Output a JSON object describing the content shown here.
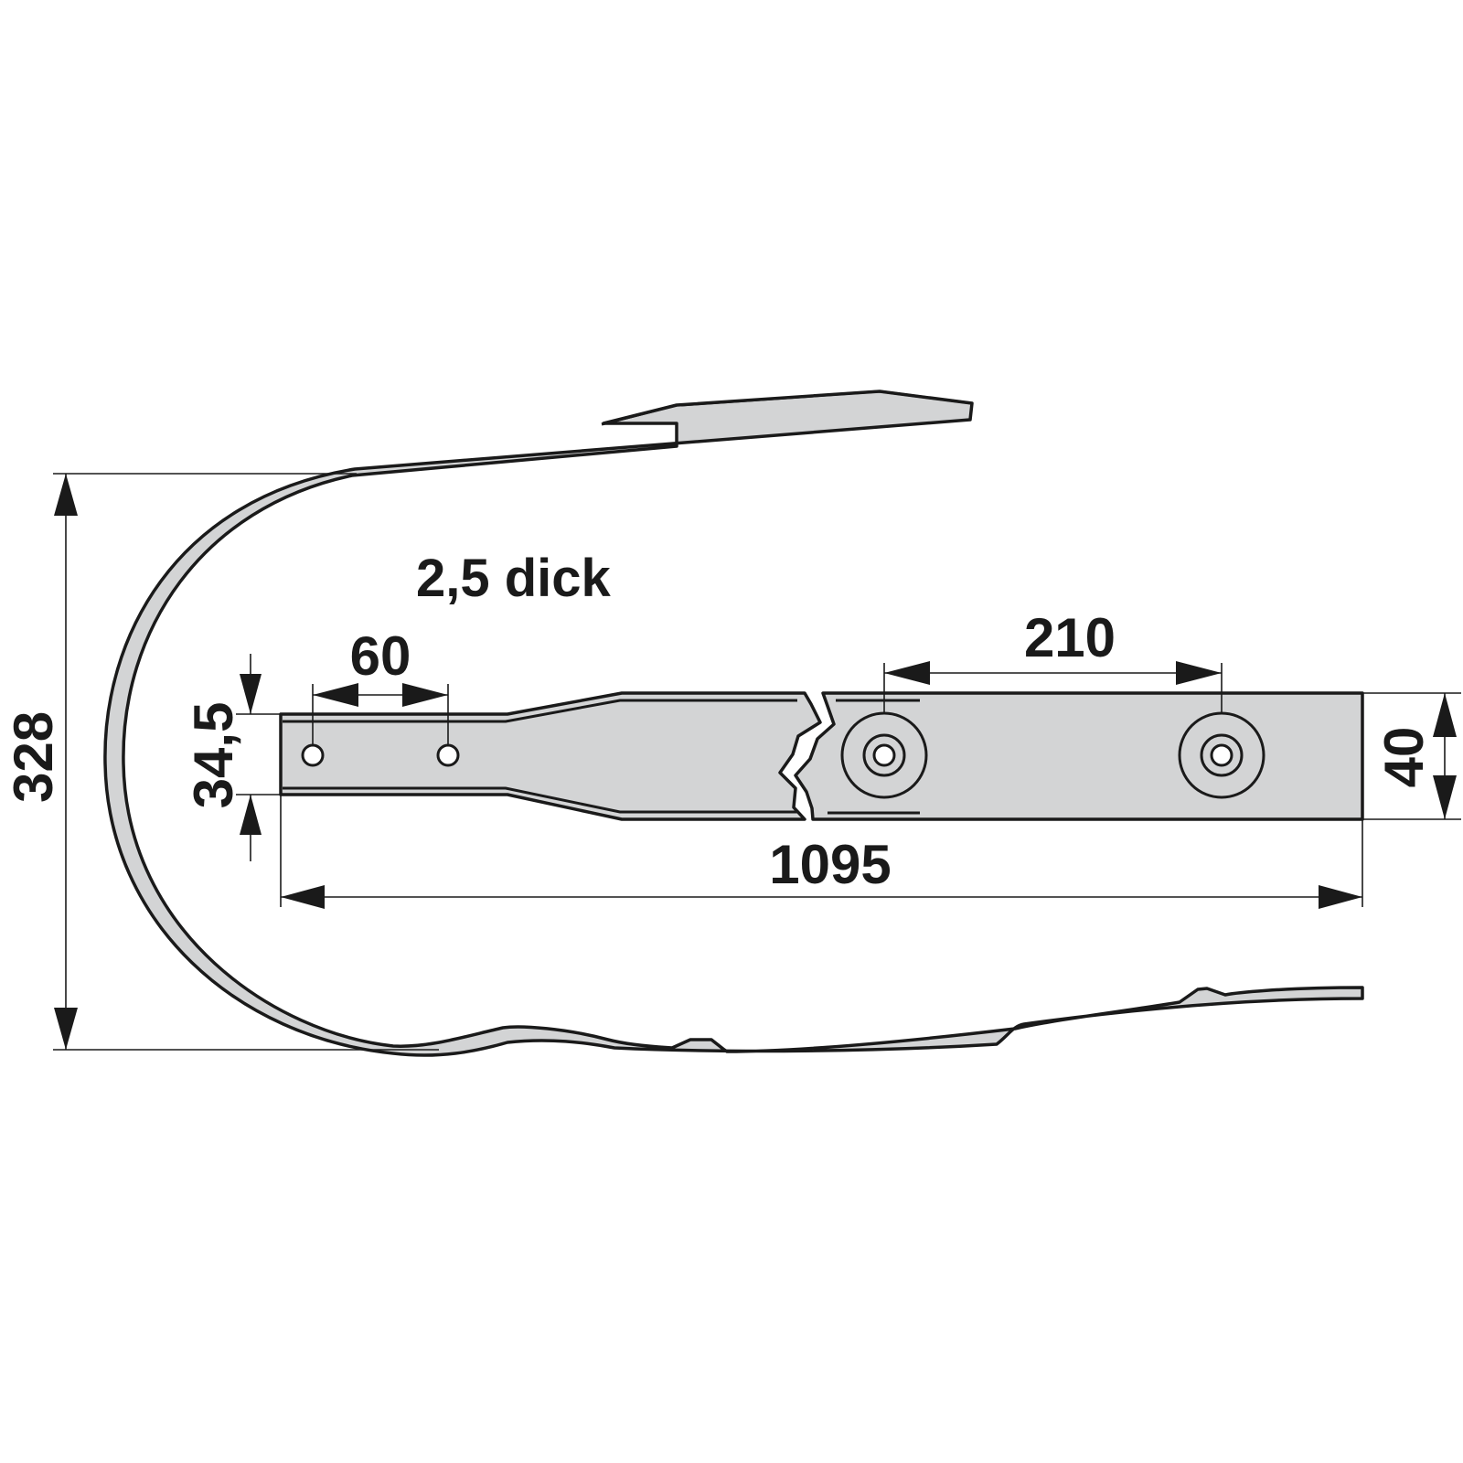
{
  "figure": {
    "kind": "technical drawing",
    "colors": {
      "part_fill": "#d3d4d5",
      "line": "#1a1a1a",
      "background": "#ffffff"
    }
  },
  "annotations": {
    "thickness": "2,5 dick"
  },
  "dimensions": {
    "overall_height": "328",
    "hole_spacing_small": "60",
    "narrow_width": "34,5",
    "hole_spacing_large": "210",
    "overall_length": "1095",
    "wide_width": "40"
  }
}
